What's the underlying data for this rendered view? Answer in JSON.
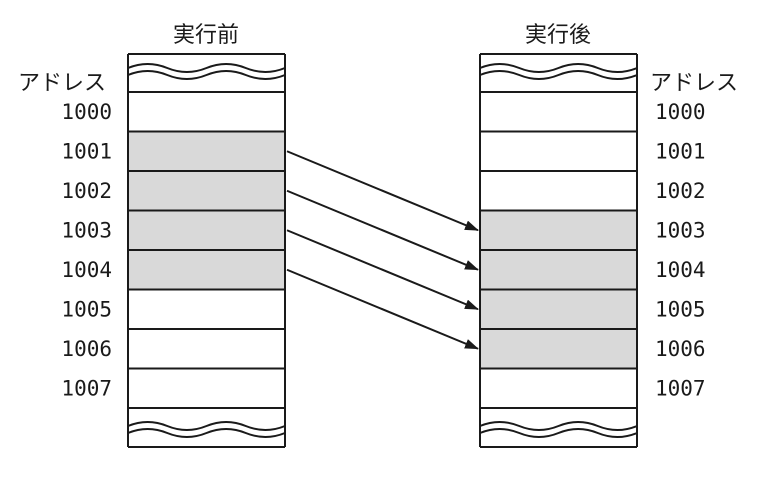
{
  "before": {
    "title": "実行前",
    "address_header": "アドレス",
    "rows": [
      {
        "address": "1000",
        "highlighted": false
      },
      {
        "address": "1001",
        "highlighted": true
      },
      {
        "address": "1002",
        "highlighted": true
      },
      {
        "address": "1003",
        "highlighted": true
      },
      {
        "address": "1004",
        "highlighted": true
      },
      {
        "address": "1005",
        "highlighted": false
      },
      {
        "address": "1006",
        "highlighted": false
      },
      {
        "address": "1007",
        "highlighted": false
      }
    ]
  },
  "after": {
    "title": "実行後",
    "address_header": "アドレス",
    "rows": [
      {
        "address": "1000",
        "highlighted": false
      },
      {
        "address": "1001",
        "highlighted": false
      },
      {
        "address": "1002",
        "highlighted": false
      },
      {
        "address": "1003",
        "highlighted": true
      },
      {
        "address": "1004",
        "highlighted": true
      },
      {
        "address": "1005",
        "highlighted": true
      },
      {
        "address": "1006",
        "highlighted": true
      },
      {
        "address": "1007",
        "highlighted": false
      }
    ]
  },
  "moves": [
    {
      "from": "1001",
      "to": "1003"
    },
    {
      "from": "1002",
      "to": "1004"
    },
    {
      "from": "1003",
      "to": "1005"
    },
    {
      "from": "1004",
      "to": "1006"
    }
  ],
  "colors": {
    "highlight": "#d9d9d9",
    "cell": "#ffffff",
    "line": "#1a1a1a"
  }
}
